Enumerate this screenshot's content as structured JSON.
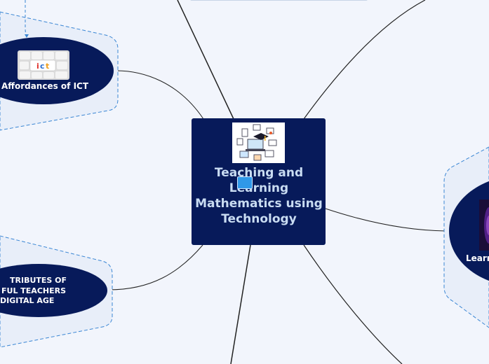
{
  "central_topic": {
    "title": "Teaching and Learning Mathematics using Technology",
    "image_icon": "devices-graduation-cap-icon",
    "colors": {
      "fill": "#071a5a",
      "text": "#c9dcf2"
    }
  },
  "topics": {
    "affordances": {
      "label": "Affordances of ICT",
      "image_icon": "ict-keyboard-keys-icon"
    },
    "attributes": {
      "label_lines": [
        "TRIBUTES OF",
        "FUL TEACHERS",
        "DIGITAL AGE"
      ]
    },
    "learning": {
      "label": "Learn",
      "image_icon": "purple-brain-image-icon"
    }
  },
  "colors": {
    "background": "#f2f5fc",
    "topic_fill": "#071a5a",
    "group_border": "#3a86d4",
    "group_fill": "#e8eef9",
    "connector": "#222222",
    "marker": "#2f98e8"
  }
}
